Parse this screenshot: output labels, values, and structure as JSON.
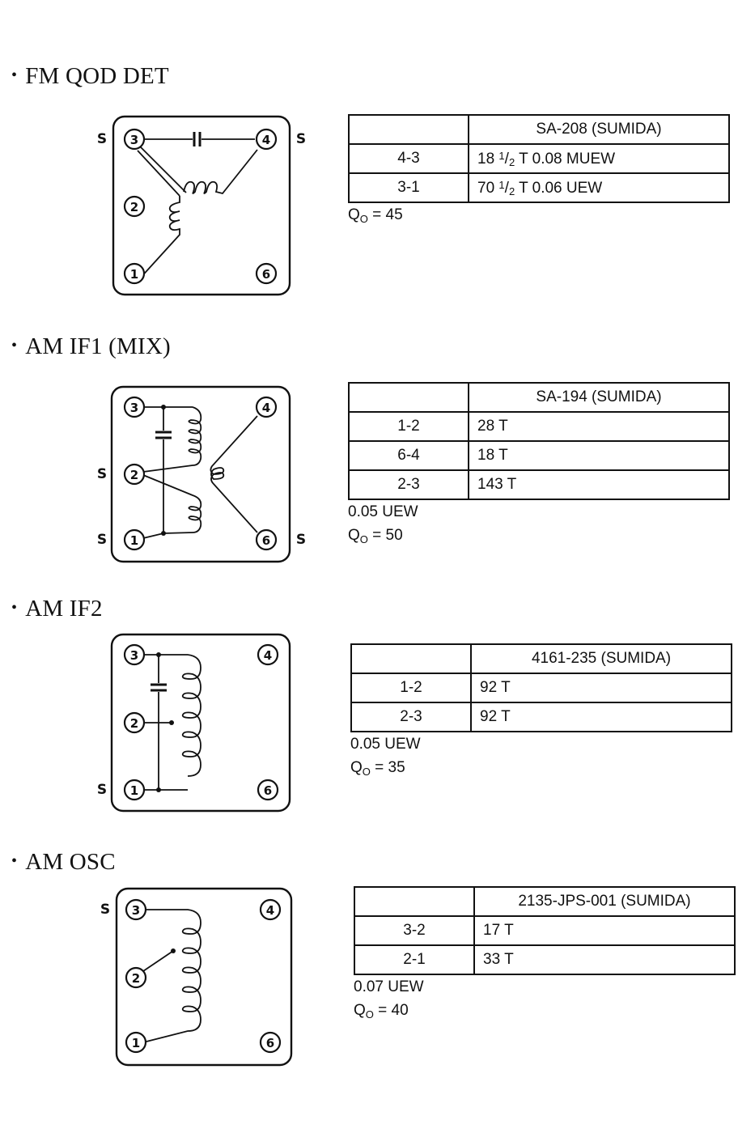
{
  "sections": [
    {
      "title": "FM QOD DET",
      "bullet": "•",
      "shield_label": "S",
      "pins": [
        "3",
        "4",
        "2",
        "1",
        "6"
      ],
      "table": {
        "header": "SA-208 (SUMIDA)",
        "rows": [
          {
            "pins": "4-3",
            "value_pre": "18 ",
            "frac_num": "1",
            "frac_den": "2",
            "value_post": " T 0.08 MUEW"
          },
          {
            "pins": "3-1",
            "value_pre": "70 ",
            "frac_num": "1",
            "frac_den": "2",
            "value_post": " T 0.06 UEW"
          }
        ]
      },
      "wire": "",
      "q_label": "Q",
      "q_sub": "O",
      "q_value": " = 45"
    },
    {
      "title": "AM IF1 (MIX)",
      "bullet": "•",
      "shield_label": "S",
      "pins": [
        "3",
        "4",
        "2",
        "1",
        "6"
      ],
      "table": {
        "header": "SA-194 (SUMIDA)",
        "rows": [
          {
            "pins": "1-2",
            "value": "28 T"
          },
          {
            "pins": "6-4",
            "value": "18 T"
          },
          {
            "pins": "2-3",
            "value": "143 T"
          }
        ]
      },
      "wire": "0.05 UEW",
      "q_label": "Q",
      "q_sub": "O",
      "q_value": " = 50"
    },
    {
      "title": "AM IF2",
      "bullet": "•",
      "shield_label": "S",
      "pins": [
        "3",
        "4",
        "2",
        "1",
        "6"
      ],
      "table": {
        "header": "4161-235 (SUMIDA)",
        "rows": [
          {
            "pins": "1-2",
            "value": "92 T"
          },
          {
            "pins": "2-3",
            "value": "92 T"
          }
        ]
      },
      "wire": "0.05 UEW",
      "q_label": "Q",
      "q_sub": "O",
      "q_value": " = 35"
    },
    {
      "title": "AM OSC",
      "bullet": "•",
      "shield_label": "S",
      "pins": [
        "3",
        "4",
        "2",
        "1",
        "6"
      ],
      "table": {
        "header": "2135-JPS-001 (SUMIDA)",
        "rows": [
          {
            "pins": "3-2",
            "value": "17 T"
          },
          {
            "pins": "2-1",
            "value": "33 T"
          }
        ]
      },
      "wire": "0.07 UEW",
      "q_label": "Q",
      "q_sub": "O",
      "q_value": " = 40"
    }
  ]
}
